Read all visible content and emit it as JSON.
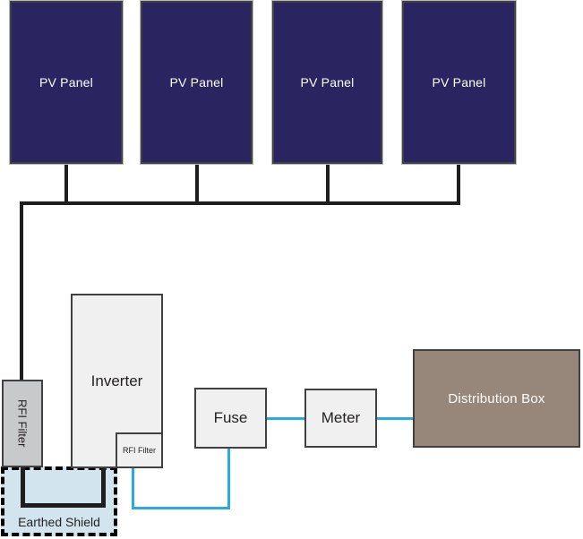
{
  "panels": [
    {
      "label": "PV Panel"
    },
    {
      "label": "PV Panel"
    },
    {
      "label": "PV Panel"
    },
    {
      "label": "PV Panel"
    }
  ],
  "components": {
    "rfi_filter_left": "RFI Filter",
    "inverter": "Inverter",
    "rfi_filter_small": "RFI Filter",
    "earthed_shield": "Earthed Shield",
    "fuse": "Fuse",
    "meter": "Meter",
    "distribution_box": "Distribution Box"
  },
  "colors": {
    "panel": "#2A2560",
    "wire_dc": "#1E1E1E",
    "wire_ac": "#29ABE2",
    "shield_fill": "#D2E4EE",
    "filter_fill": "#C8C9CB",
    "box_fill": "#F0F0F0",
    "distribution_fill": "#97867A",
    "border": "#414042",
    "text": "#231F20"
  }
}
